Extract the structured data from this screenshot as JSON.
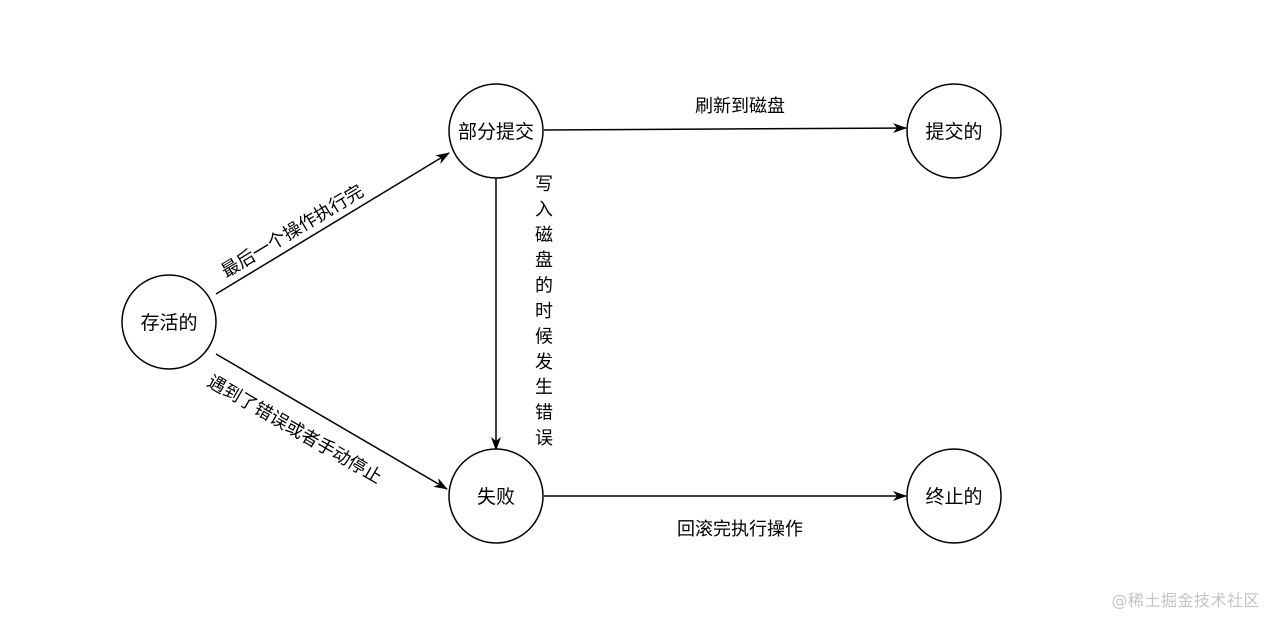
{
  "nodes": {
    "active": "存活的",
    "partially_committed": "部分提交",
    "committed": "提交的",
    "failed": "失败",
    "aborted": "终止的"
  },
  "edges": {
    "active_to_partial": "最后一个操作执行完",
    "active_to_failed": "遇到了错误或者手动停止",
    "partial_to_committed": "刷新到磁盘",
    "partial_to_failed": "写入磁盘的时候发生错误",
    "failed_to_aborted": "回滚完执行操作"
  },
  "watermark": "@稀土掘金技术社区",
  "colors": {
    "stroke": "#000000",
    "watermark": "#c4c4c4"
  }
}
